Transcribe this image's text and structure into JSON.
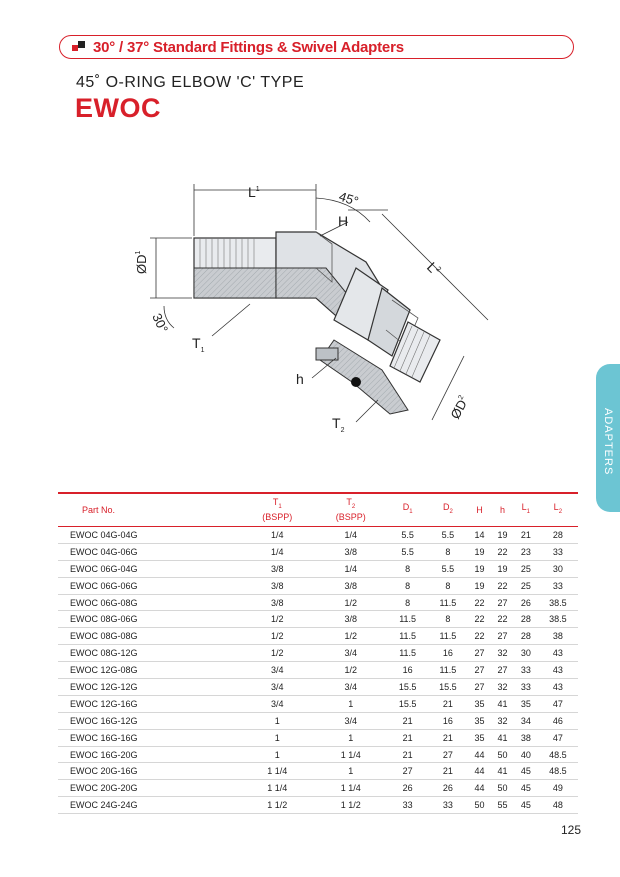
{
  "header": {
    "banner_title": "30° / 37° Standard Fittings & Swivel Adapters",
    "subtitle": "45˚ O-RING ELBOW 'C' TYPE",
    "code": "EWOC"
  },
  "side_tab": {
    "label": "ADAPTERS",
    "color": "#6cc5d3"
  },
  "colors": {
    "accent": "#d8202a"
  },
  "drawing": {
    "labels": {
      "L1": "L",
      "L1_sub": "1",
      "angle": "45°",
      "H": "H",
      "L2": "L",
      "L2_sub": "2",
      "D1": "ØD",
      "D1_sub": "1",
      "angle30": "30°",
      "T1": "T",
      "T1_sub": "1",
      "h": "h",
      "T2": "T",
      "T2_sub": "2",
      "D2": "ØD",
      "D2_sub": "2"
    }
  },
  "table": {
    "headers": {
      "part": "Part No.",
      "t1": "T",
      "t1_sub": "1",
      "t1_unit": "(BSPP)",
      "t2": "T",
      "t2_sub": "2",
      "t2_unit": "(BSPP)",
      "d1": "D",
      "d1_sub": "1",
      "d2": "D",
      "d2_sub": "2",
      "h_upper": "H",
      "h_lower": "h",
      "l1": "L",
      "l1_sub": "1",
      "l2": "L",
      "l2_sub": "2"
    },
    "rows": [
      [
        "EWOC 04G-04G",
        "1/4",
        "1/4",
        "5.5",
        "5.5",
        "14",
        "19",
        "21",
        "28"
      ],
      [
        "EWOC 04G-06G",
        "1/4",
        "3/8",
        "5.5",
        "8",
        "19",
        "22",
        "23",
        "33"
      ],
      [
        "EWOC 06G-04G",
        "3/8",
        "1/4",
        "8",
        "5.5",
        "19",
        "19",
        "25",
        "30"
      ],
      [
        "EWOC 06G-06G",
        "3/8",
        "3/8",
        "8",
        "8",
        "19",
        "22",
        "25",
        "33"
      ],
      [
        "EWOC 06G-08G",
        "3/8",
        "1/2",
        "8",
        "11.5",
        "22",
        "27",
        "26",
        "38.5"
      ],
      [
        "EWOC 08G-06G",
        "1/2",
        "3/8",
        "11.5",
        "8",
        "22",
        "22",
        "28",
        "38.5"
      ],
      [
        "EWOC 08G-08G",
        "1/2",
        "1/2",
        "11.5",
        "11.5",
        "22",
        "27",
        "28",
        "38"
      ],
      [
        "EWOC 08G-12G",
        "1/2",
        "3/4",
        "11.5",
        "16",
        "27",
        "32",
        "30",
        "43"
      ],
      [
        "EWOC 12G-08G",
        "3/4",
        "1/2",
        "16",
        "11.5",
        "27",
        "27",
        "33",
        "43"
      ],
      [
        "EWOC 12G-12G",
        "3/4",
        "3/4",
        "15.5",
        "15.5",
        "27",
        "32",
        "33",
        "43"
      ],
      [
        "EWOC 12G-16G",
        "3/4",
        "1",
        "15.5",
        "21",
        "35",
        "41",
        "35",
        "47"
      ],
      [
        "EWOC 16G-12G",
        "1",
        "3/4",
        "21",
        "16",
        "35",
        "32",
        "34",
        "46"
      ],
      [
        "EWOC 16G-16G",
        "1",
        "1",
        "21",
        "21",
        "35",
        "41",
        "38",
        "47"
      ],
      [
        "EWOC 16G-20G",
        "1",
        "1 1/4",
        "21",
        "27",
        "44",
        "50",
        "40",
        "48.5"
      ],
      [
        "EWOC 20G-16G",
        "1 1/4",
        "1",
        "27",
        "21",
        "44",
        "41",
        "45",
        "48.5"
      ],
      [
        "EWOC 20G-20G",
        "1 1/4",
        "1 1/4",
        "26",
        "26",
        "44",
        "50",
        "45",
        "49"
      ],
      [
        "EWOC 24G-24G",
        "1 1/2",
        "1 1/2",
        "33",
        "33",
        "50",
        "55",
        "45",
        "48"
      ]
    ]
  },
  "page_number": "125"
}
